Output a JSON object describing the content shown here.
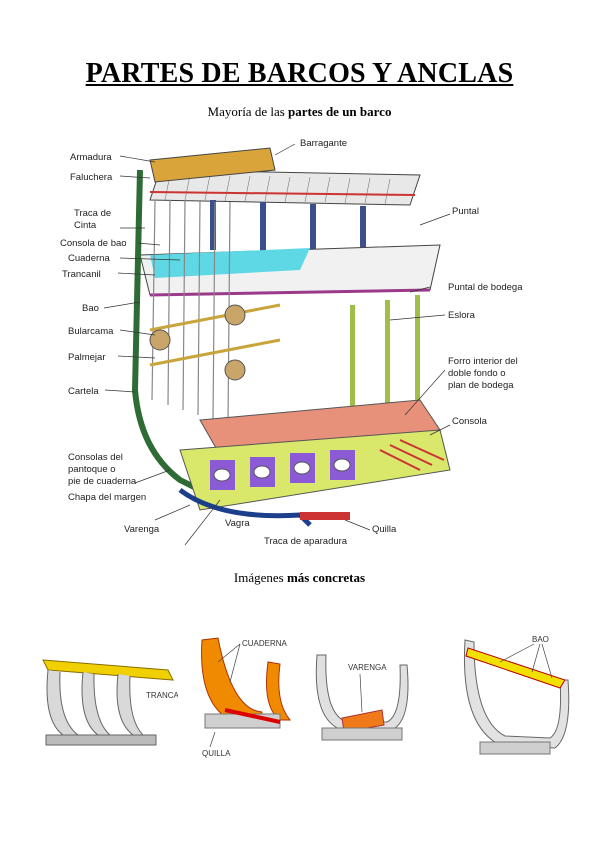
{
  "document": {
    "title": "PARTES DE BARCOS Y ANCLAS",
    "subtitle_prefix": "Mayoría de las ",
    "subtitle_bold": "partes de un barco",
    "section2_prefix": "Imágenes ",
    "section2_bold": "más concretas"
  },
  "main_diagram": {
    "labels_left": [
      "Armadura",
      "Faluchera",
      "Traca de",
      "Cinta",
      "Consola de bao",
      "Cuaderna",
      "Trancanil",
      "Bao",
      "Bularcama",
      "Palmejar",
      "Cartela",
      "Consolas del",
      "pantoque o",
      "pie de cuaderna",
      "Chapa del margen",
      "Varenga"
    ],
    "labels_right": [
      "Barragante",
      "Puntal",
      "Puntal de bodega",
      "Eslora",
      "Forro interior del",
      "doble fondo o",
      "plan de bodega",
      "Consola"
    ],
    "labels_bottom": [
      "Vagra",
      "Quilla",
      "Traca de aparadura"
    ]
  },
  "small_diagrams": {
    "trancanil": "TRANCANIL",
    "cuaderna": "CUADERNA",
    "quilla": "QUILLA",
    "varenga": "VARENGA",
    "bao": "BAO"
  }
}
